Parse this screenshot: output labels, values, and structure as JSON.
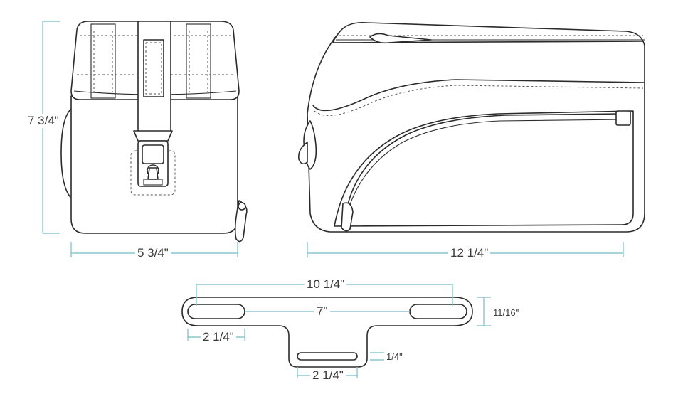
{
  "dimensions": {
    "side_height": "7 3/4\"",
    "side_width": "5 3/4\"",
    "front_width": "12 1/4\"",
    "strap_total_length": "10 1/4\"",
    "strap_slot_spacing": "7\"",
    "strap_slot_height": "11/16\"",
    "strap_end_width": "2 1/4\"",
    "strap_center_slot_width": "2 1/4\"",
    "strap_center_slot_height": "1/4\""
  },
  "colors": {
    "dimension_line": "#8cc7cf",
    "outline": "#2b2b2b"
  }
}
